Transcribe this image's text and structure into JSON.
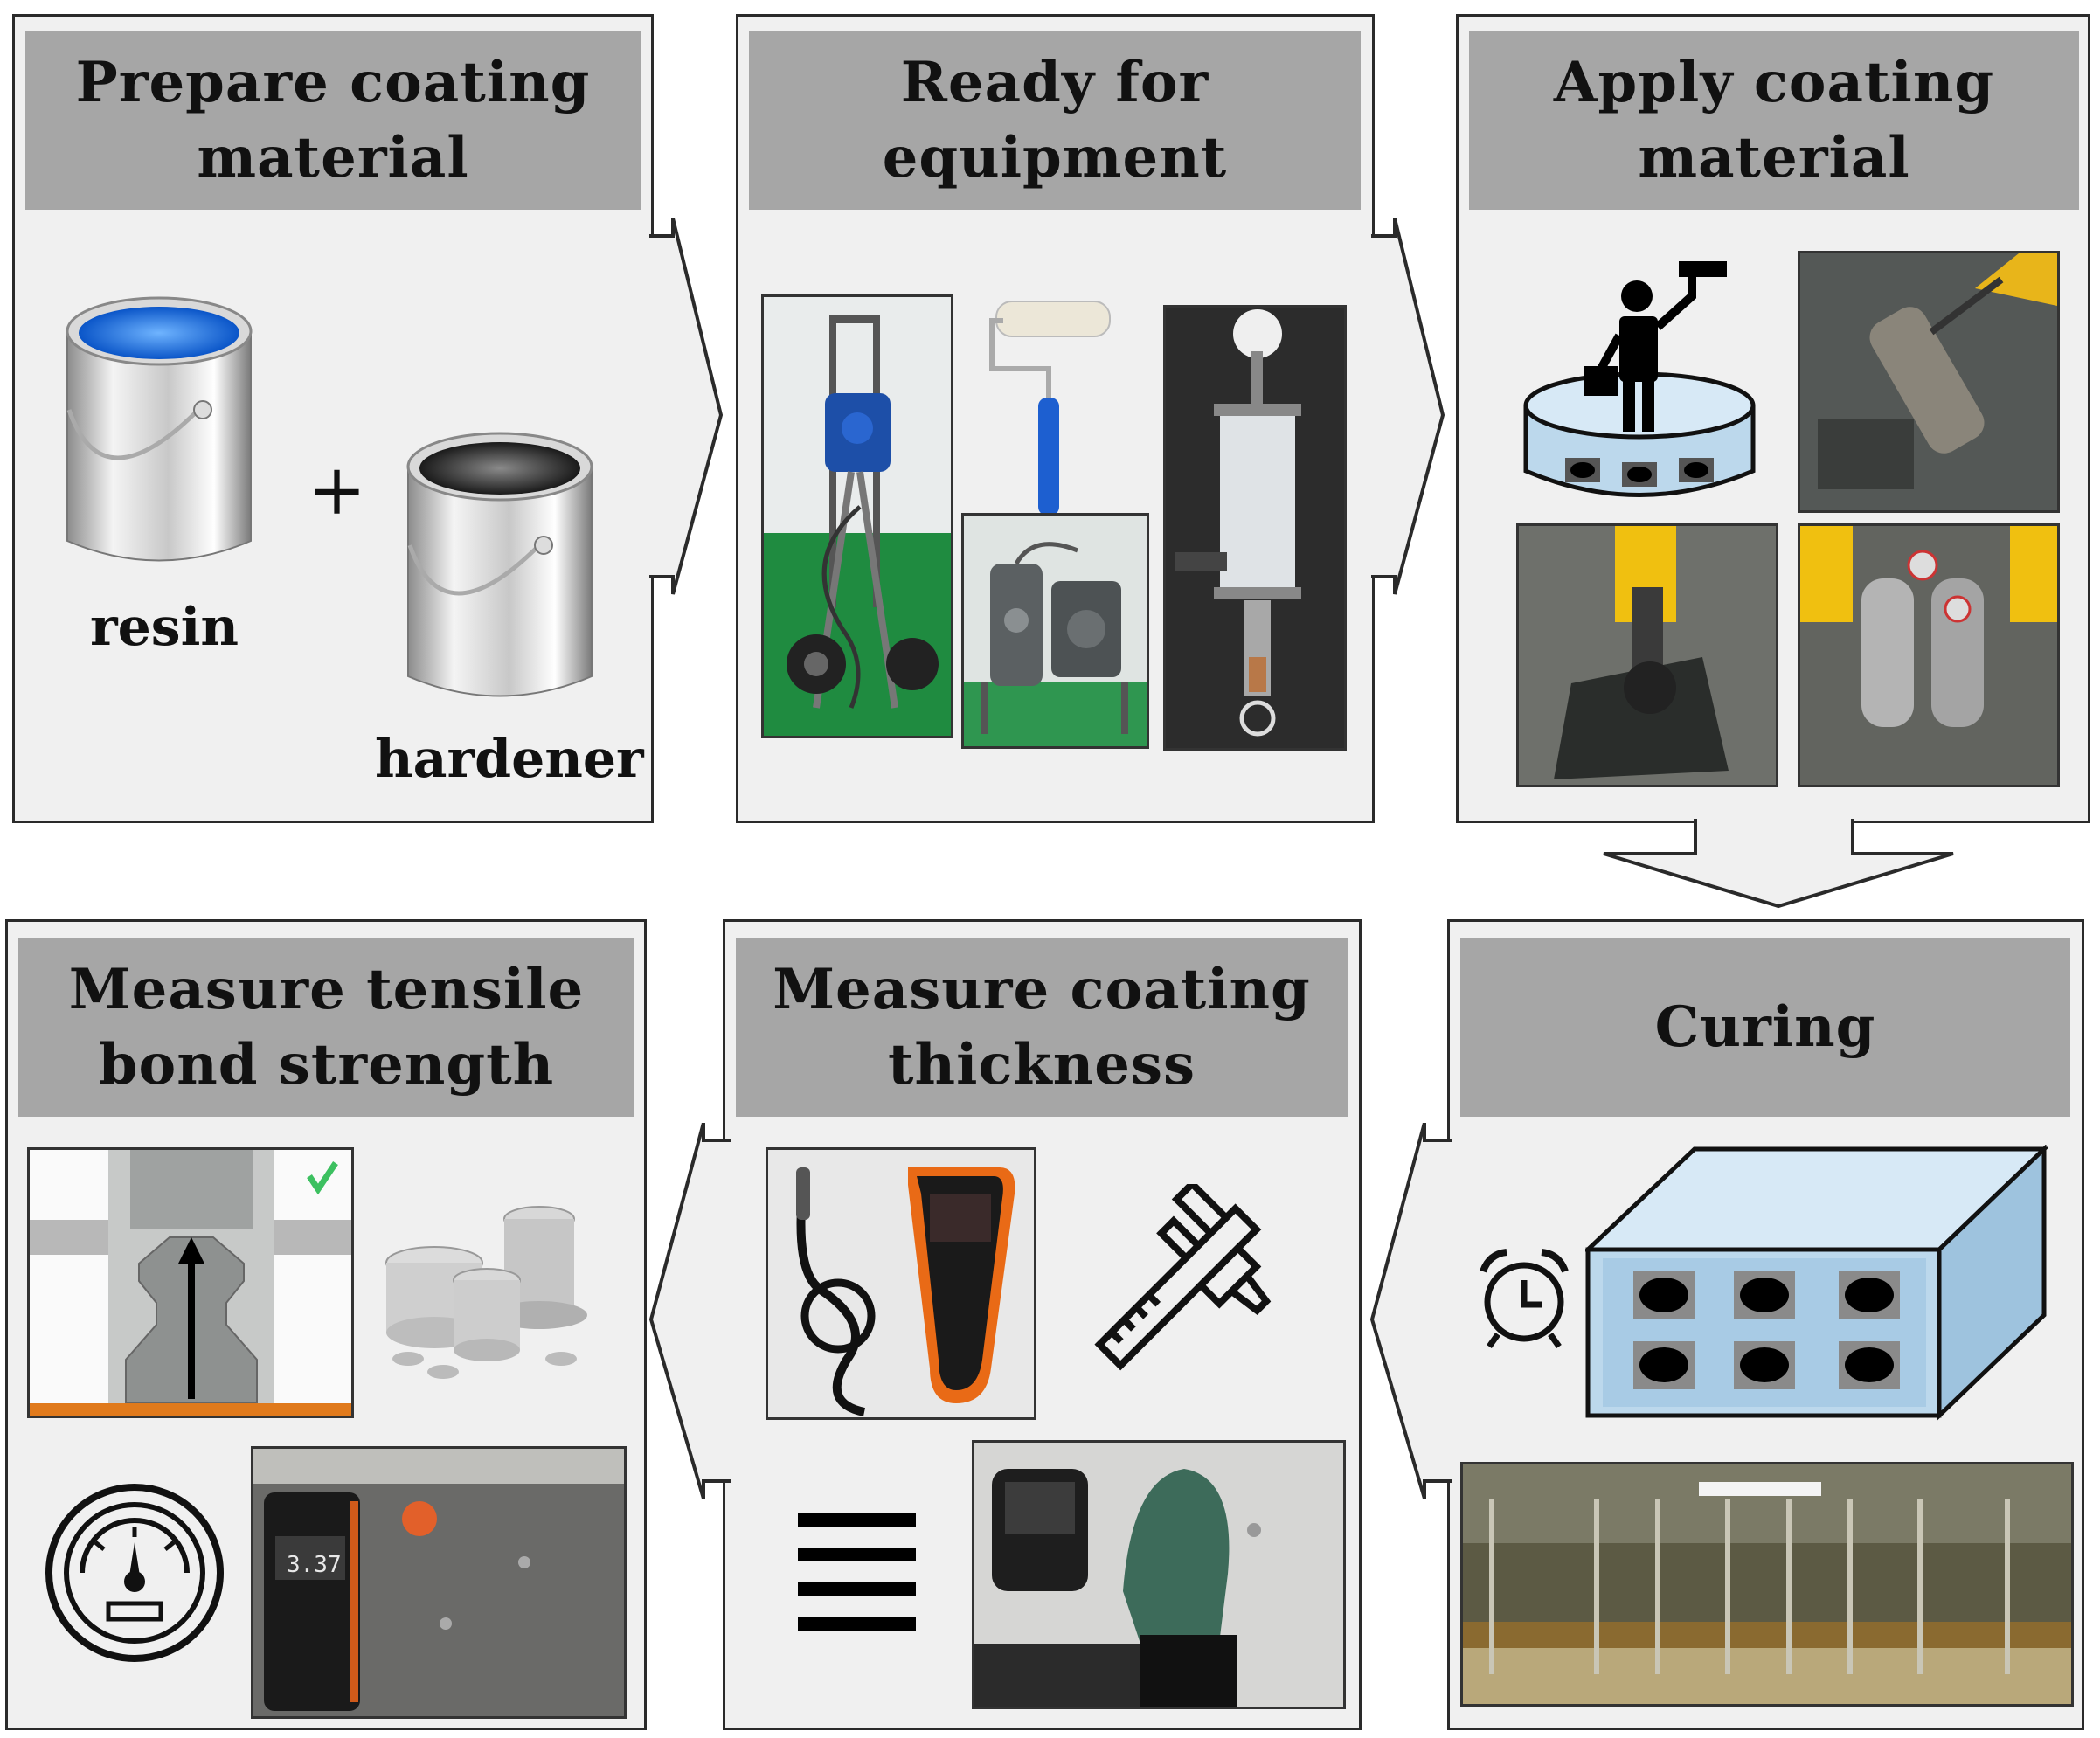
{
  "steps": {
    "prepare": {
      "title_line1": "Prepare coating",
      "title_line2": "material",
      "resin": "resin",
      "plus": "+",
      "hardener": "hardener"
    },
    "equipment": {
      "title_line1": "Ready for",
      "title_line2": "equipment"
    },
    "apply": {
      "title_line1": "Apply coating",
      "title_line2": "material"
    },
    "curing": {
      "title": "Curing"
    },
    "thickness": {
      "title_line1": "Measure coating",
      "title_line2": "thickness"
    },
    "tensile": {
      "title_line1": "Measure tensile",
      "title_line2": "bond strength",
      "readout": "3.37"
    }
  },
  "colors": {
    "panel_bg": "#f0f0f0",
    "header_bg": "#a6a6a6",
    "border": "#2a2a2a",
    "paint_blue": "#1e6fd6",
    "water_blue": "#bcd8ec",
    "floor_green": "#1e8a3c",
    "gauge_orange": "#e06a1a"
  },
  "icons": [
    "paint-can-icon",
    "paint-roller-icon",
    "painter-icon",
    "alarm-clock-icon",
    "caliper-icon",
    "layers-icon",
    "gauge-icon",
    "checkmark-icon"
  ]
}
